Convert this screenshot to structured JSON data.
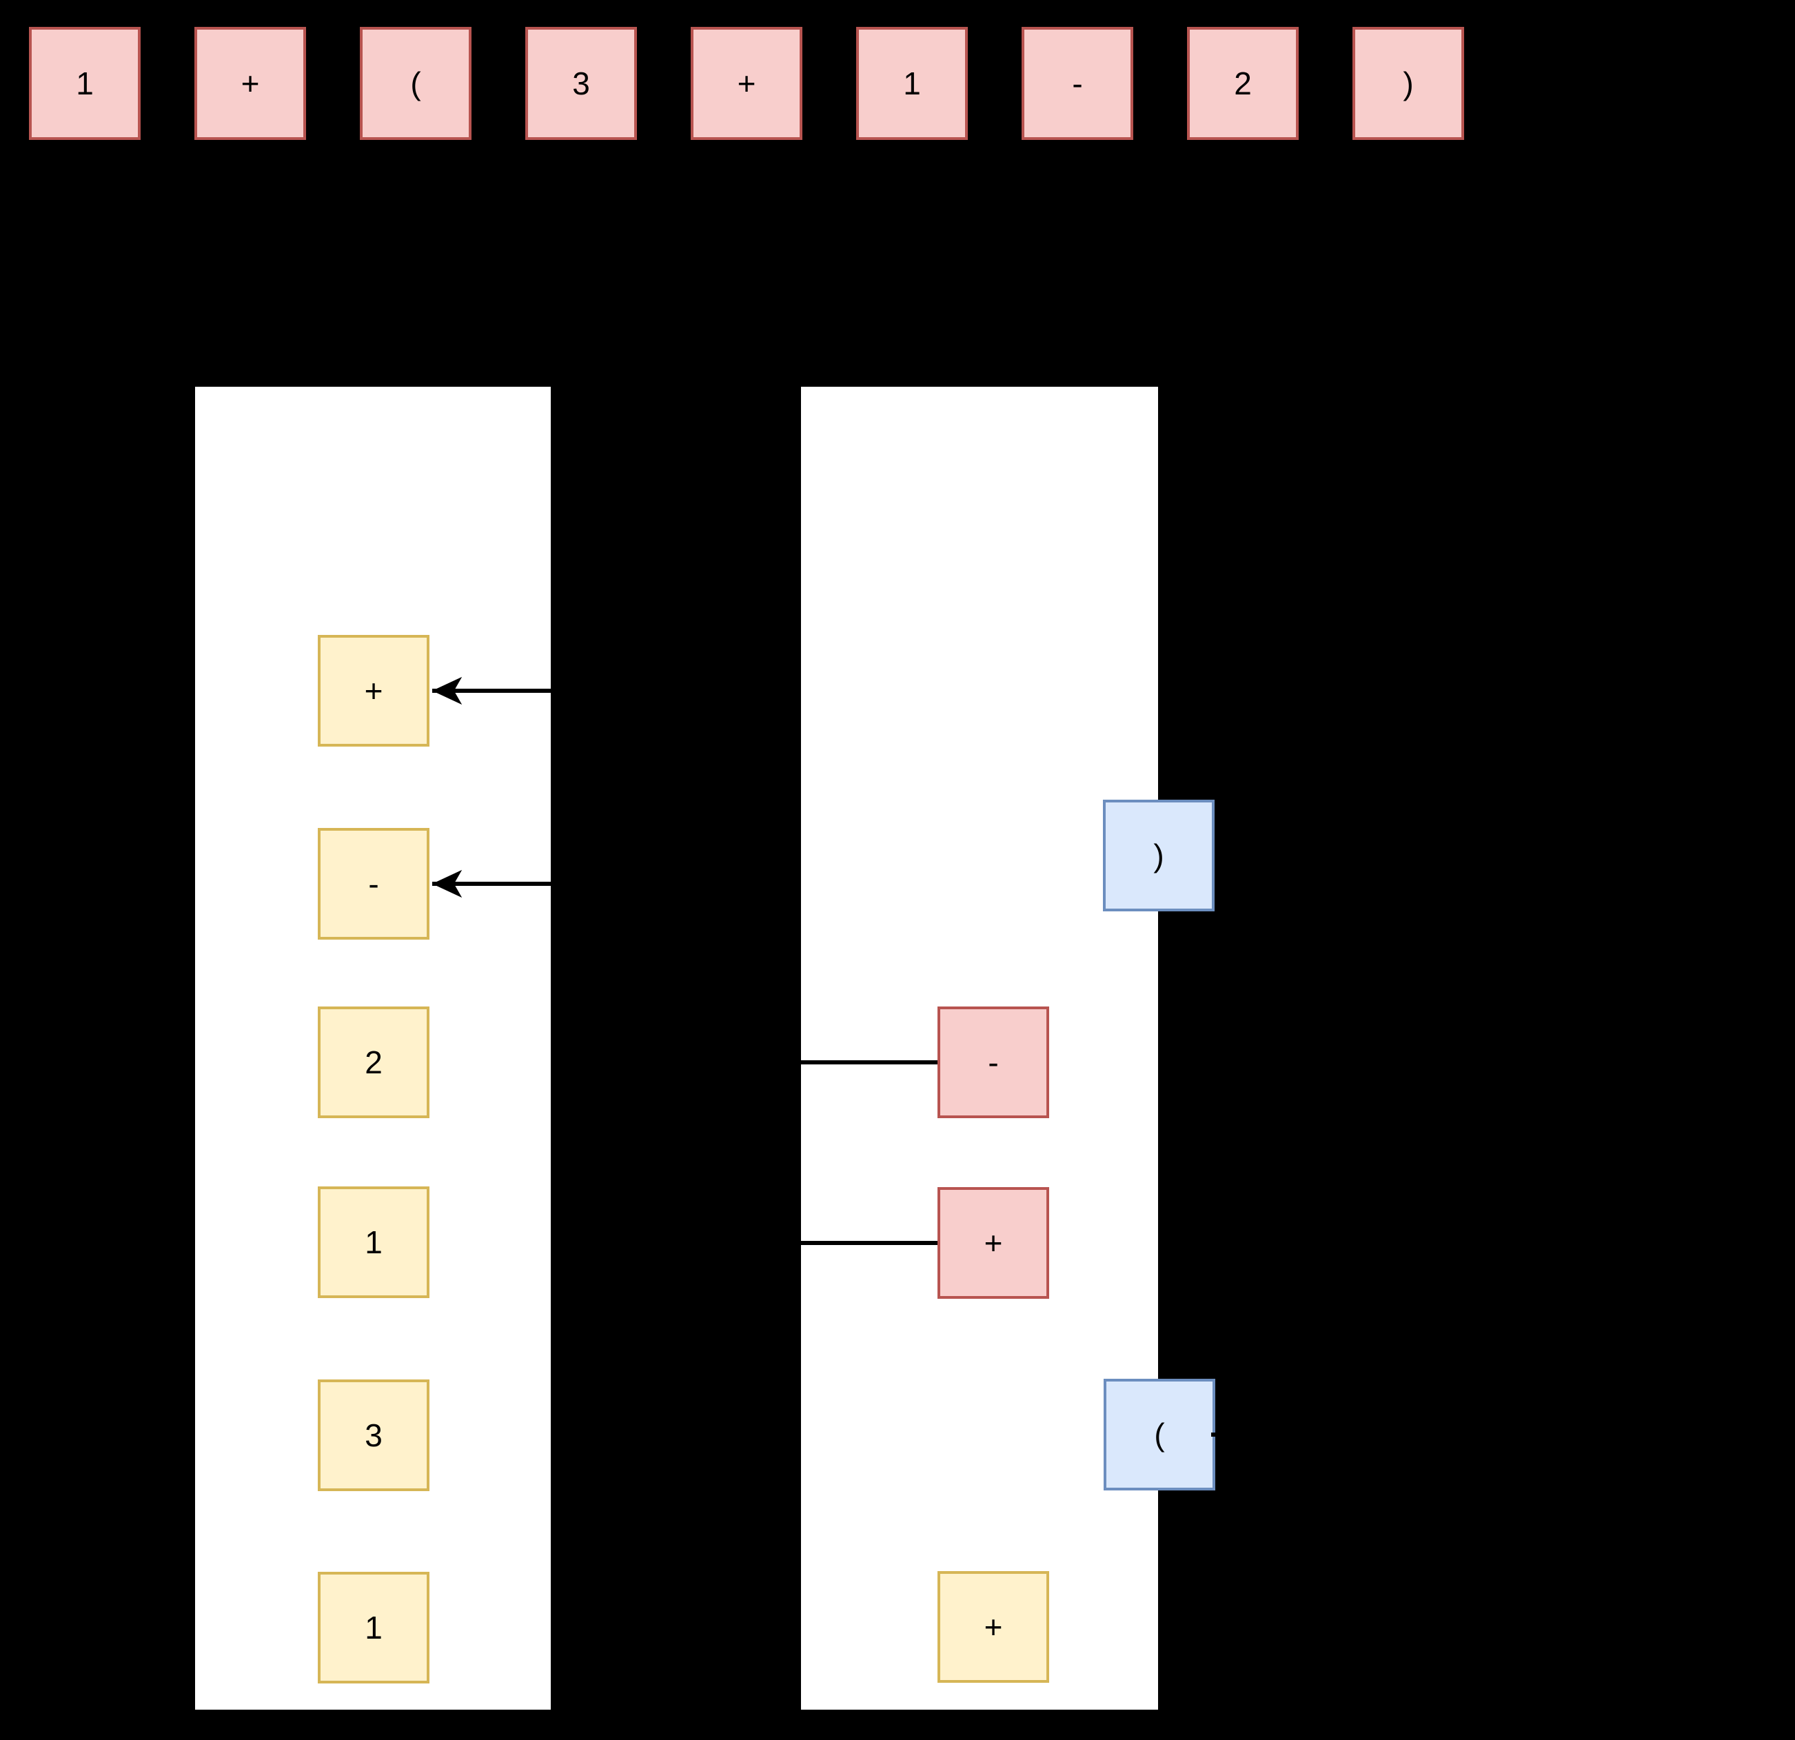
{
  "background": "#000000",
  "token_row": {
    "items": [
      "1",
      "+",
      "(",
      "3",
      "+",
      "1",
      "-",
      "2",
      ")"
    ]
  },
  "left_stack": {
    "items": [
      {
        "label": "+"
      },
      {
        "label": "-"
      },
      {
        "label": "2"
      },
      {
        "label": "1"
      },
      {
        "label": "3"
      },
      {
        "label": "1"
      }
    ]
  },
  "right_stack": {
    "items": [
      {
        "label": ")",
        "kind": "paren"
      },
      {
        "label": "-",
        "kind": "operator"
      },
      {
        "label": "+",
        "kind": "operator"
      },
      {
        "label": "(",
        "kind": "paren"
      },
      {
        "label": "+",
        "kind": "operand"
      }
    ]
  },
  "connections": [
    {
      "from": "right.1",
      "to": "left.1"
    },
    {
      "from": "right.2",
      "to": "left.0"
    }
  ],
  "colors": {
    "token_fill": "#F8CECC",
    "token_stroke": "#B85450",
    "operand_fill": "#FFF2CC",
    "operand_stroke": "#D6B656",
    "paren_fill": "#DAE8FC",
    "paren_stroke": "#6C8EBF",
    "operator_fill": "#F8CECC",
    "operator_stroke": "#B85450",
    "panel_fill": "#FFFFFF",
    "edge_stroke": "#000000",
    "text": "#000000"
  }
}
